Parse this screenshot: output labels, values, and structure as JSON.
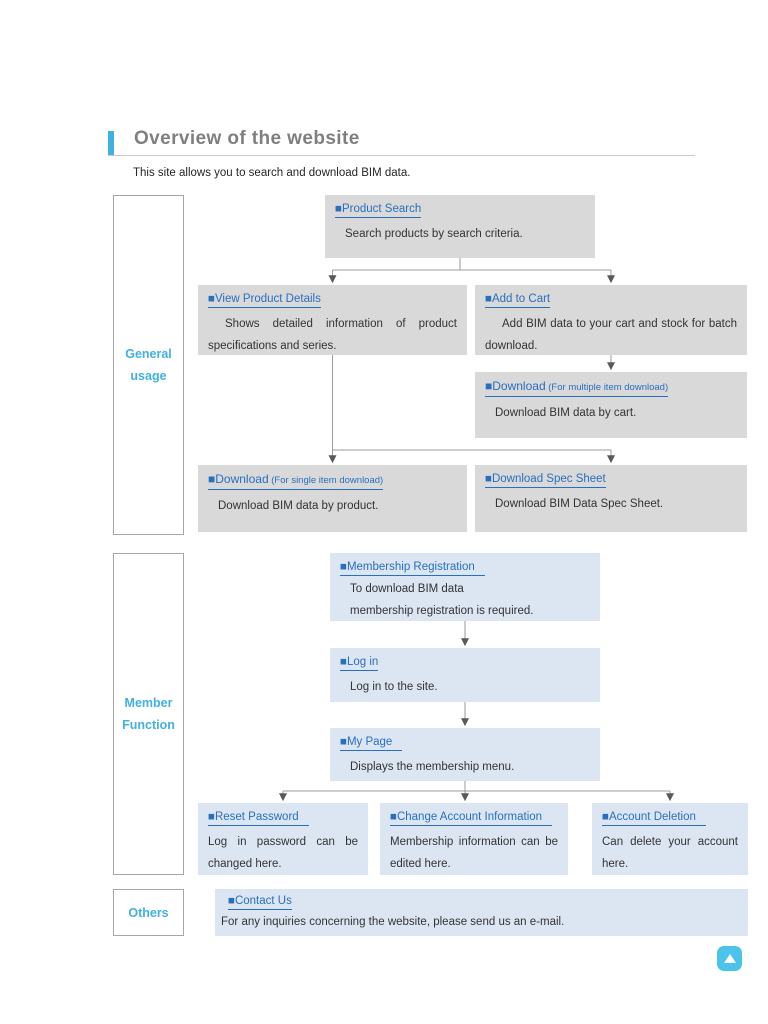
{
  "page": {
    "title": "Overview of the website",
    "subtitle": "This site allows you to search and download BIM data."
  },
  "colors": {
    "accent_blue": "#3fb1e1",
    "gray_box": "#d9d9d9",
    "light_blue_box": "#dce6f3",
    "link_blue": "#2a6ebe",
    "back_to_top_button": "#4cc3ea"
  },
  "sections": {
    "general": {
      "label": "General usage",
      "boxes": {
        "product_search": {
          "link": "■Product Search",
          "desc": "Search products by search criteria."
        },
        "view_details": {
          "link": "■View Product Details",
          "desc": "Shows detailed information of product specifications and series."
        },
        "add_to_cart": {
          "link": "■Add to Cart",
          "desc": "Add BIM data to your cart and stock for batch download."
        },
        "download_multiple": {
          "link": "■Download",
          "link_note": " (For multiple item download)",
          "desc": "Download BIM data by cart."
        },
        "download_single": {
          "link": "■Download",
          "link_note": " (For single item download)",
          "desc": "Download BIM data by product."
        },
        "download_spec": {
          "link": "■Download Spec Sheet",
          "desc": "Download BIM Data Spec Sheet."
        }
      }
    },
    "member": {
      "label": "Member Function",
      "boxes": {
        "membership_registration": {
          "link": "■Membership Registration",
          "desc_line1": "To download BIM data",
          "desc_line2": "membership registration is required."
        },
        "log_in": {
          "link": "■Log in",
          "desc": "Log in to the site."
        },
        "my_page": {
          "link": "■My Page",
          "desc": "Displays the membership menu."
        },
        "reset_password": {
          "link": "■Reset Password",
          "desc": "Log in password can be changed here."
        },
        "change_account": {
          "link": "■Change Account Information",
          "desc": "Membership information can be edited here."
        },
        "account_deletion": {
          "link": "■Account Deletion",
          "desc": "Can delete your account here."
        }
      }
    },
    "others": {
      "label": "Others",
      "boxes": {
        "contact_us": {
          "link": "■Contact Us",
          "desc": "For any inquiries concerning the website, please send us an e-mail."
        }
      }
    }
  },
  "back_to_top": {
    "icon": "up-triangle"
  }
}
